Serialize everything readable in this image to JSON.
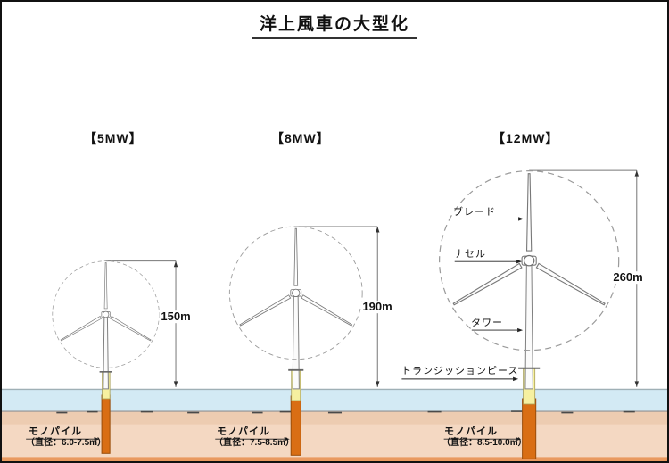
{
  "title": "洋上風車の大型化",
  "turbines": [
    {
      "label": "【5MW】",
      "rotor_height": "150m",
      "monopile": {
        "name": "モノパイル",
        "diameter": "（直径：6.0-7.5m）"
      }
    },
    {
      "label": "【8MW】",
      "rotor_height": "190m",
      "monopile": {
        "name": "モノパイル",
        "diameter": "（直径：7.5-8.5m）"
      }
    },
    {
      "label": "【12MW】",
      "rotor_height": "260m",
      "monopile": {
        "name": "モノパイル",
        "diameter": "（直径：8.5-10.0m）"
      }
    }
  ],
  "part_labels": {
    "blade": "ブレード",
    "nacelle": "ナセル",
    "tower": "タワー",
    "transition_piece": "トランジッションピース"
  },
  "colors": {
    "water": "#d3eaf4",
    "seabed_upper": "#edccb1",
    "seabed_lower": "#f4d8c2",
    "seabed_bottom_strip": "#e9995f",
    "monopile": "#d96e14",
    "transition_piece": "#f6f0a0"
  }
}
